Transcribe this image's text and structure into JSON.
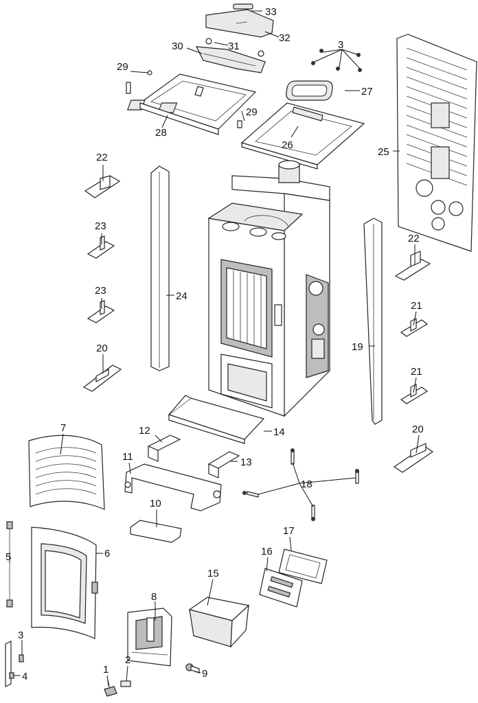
{
  "diagram": {
    "labels": {
      "p1": "1",
      "p2": "2",
      "p3a": "3",
      "p3b": "3",
      "p4": "4",
      "p5": "5",
      "p6": "6",
      "p7": "7",
      "p8": "8",
      "p9": "9",
      "p10": "10",
      "p11": "11",
      "p12": "12",
      "p13": "13",
      "p14": "14",
      "p15": "15",
      "p16": "16",
      "p17": "17",
      "p18": "18",
      "p19": "19",
      "p20a": "20",
      "p20b": "20",
      "p21a": "21",
      "p21b": "21",
      "p22a": "22",
      "p22b": "22",
      "p23a": "23",
      "p23b": "23",
      "p24": "24",
      "p25": "25",
      "p26": "26",
      "p27": "27",
      "p28": "28",
      "p29a": "29",
      "p29b": "29",
      "p30": "30",
      "p31": "31",
      "p32": "32",
      "p33": "33"
    }
  }
}
